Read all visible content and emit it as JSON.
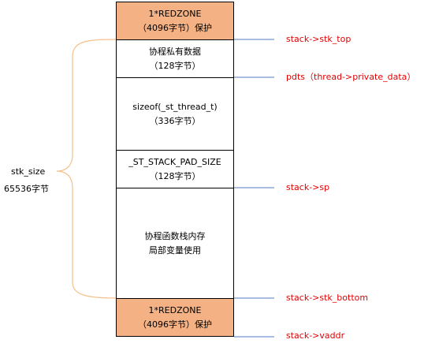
{
  "blocks": {
    "redzone_top": {
      "lines": [
        "1*REDZONE",
        "（4096字节）保护"
      ]
    },
    "private_data": {
      "lines": [
        "协程私有数据",
        "（128字节）"
      ]
    },
    "st_thread": {
      "lines": [
        "sizeof(_st_thread_t)",
        "（336字节）"
      ]
    },
    "pad": {
      "lines": [
        "_ST_STACK_PAD_SIZE",
        "（128字节）"
      ]
    },
    "stack": {
      "lines": [
        "协程函数栈内存",
        "局部变量使用"
      ]
    },
    "redzone_bottom": {
      "lines": [
        "1*REDZONE",
        "（4096字节）保护"
      ]
    }
  },
  "pointers": {
    "stk_top": "stack->stk_top",
    "pdts": "pdts（thread->private_data）",
    "sp": "stack->sp",
    "stk_bottom": "stack->stk_bottom",
    "vaddr": "stack->vaddr"
  },
  "stk_size": {
    "name": "stk_size",
    "value": "65536字节"
  },
  "colors": {
    "redzone_fill": "#f4b183",
    "pointer_text": "#e00000",
    "pointer_line": "#4f7ec4",
    "brace": "#f5c08a"
  }
}
